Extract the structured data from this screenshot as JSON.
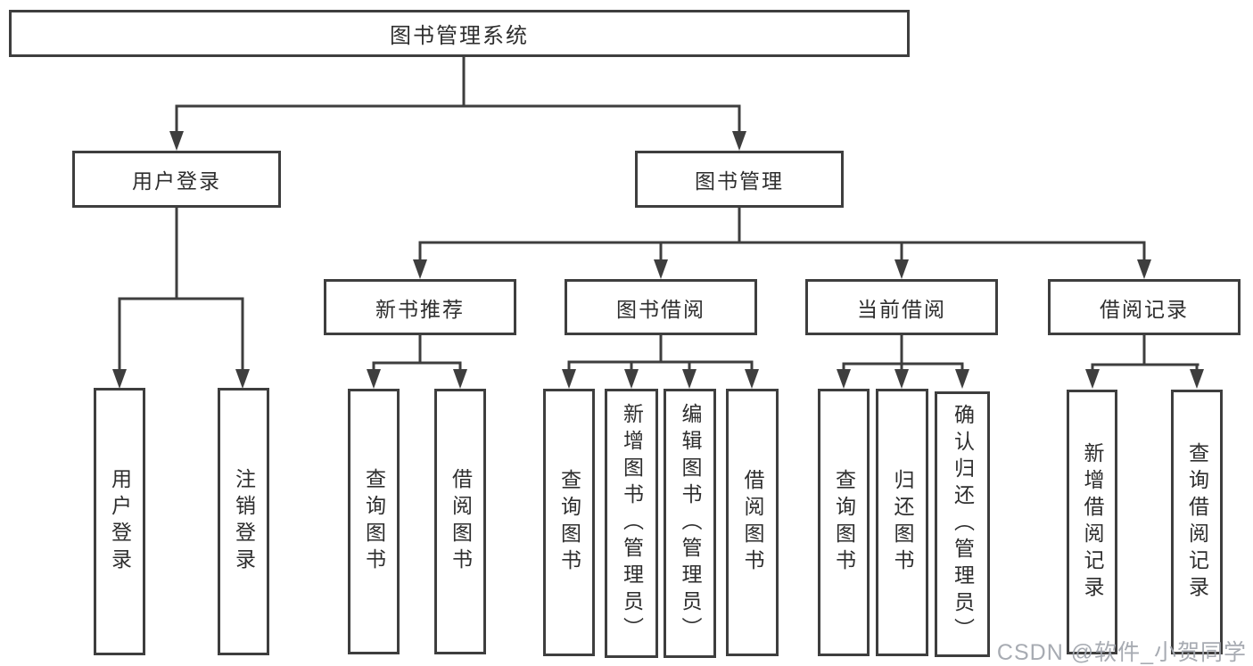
{
  "diagram_title": "图书管理系统",
  "tree": {
    "root": {
      "label": "图书管理系统",
      "children": [
        {
          "label": "用户登录",
          "children": [
            {
              "label": "用户登录"
            },
            {
              "label": "注销登录"
            }
          ]
        },
        {
          "label": "图书管理",
          "children": [
            {
              "label": "新书推荐",
              "children": [
                {
                  "label": "查询图书"
                },
                {
                  "label": "借阅图书"
                }
              ]
            },
            {
              "label": "图书借阅",
              "children": [
                {
                  "label": "查询图书"
                },
                {
                  "label": "新增图书（管理员）"
                },
                {
                  "label": "编辑图书（管理员）"
                },
                {
                  "label": "借阅图书"
                }
              ]
            },
            {
              "label": "当前借阅",
              "children": [
                {
                  "label": "查询图书"
                },
                {
                  "label": "归还图书"
                },
                {
                  "label": "确认归还（管理员）"
                }
              ]
            },
            {
              "label": "借阅记录",
              "children": [
                {
                  "label": "新增借阅记录"
                },
                {
                  "label": "查询借阅记录"
                }
              ]
            }
          ]
        }
      ]
    }
  },
  "watermark": {
    "text": "CSDN @软件_小贺同学"
  },
  "colors": {
    "line": "#3e3e3e",
    "text": "#2e2e2e",
    "background": "#ffffff",
    "watermark": "#a2a7ae"
  }
}
